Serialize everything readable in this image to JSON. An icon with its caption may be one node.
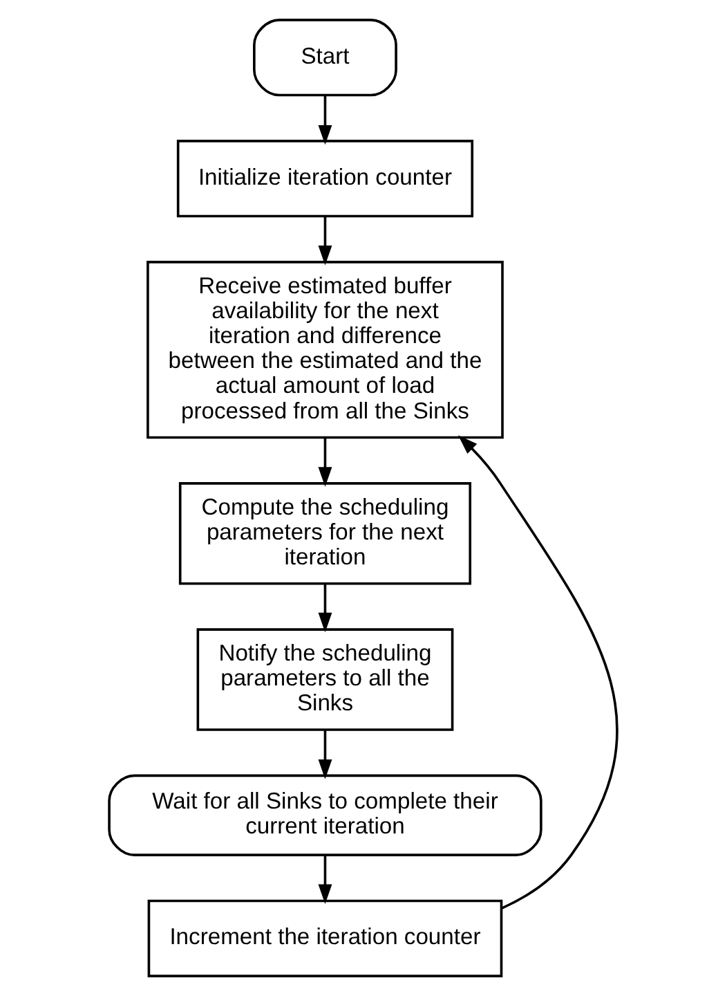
{
  "diagram": {
    "nodes": [
      {
        "text": [
          "Start"
        ]
      },
      {
        "text": [
          "Initialize iteration counter"
        ]
      },
      {
        "text": [
          "Receive estimated buffer availability for the next iteration and difference between the estimated and the actual amount of load processed from all the Sinks"
        ]
      },
      {
        "text": [
          "Compute the scheduling parameters for the next iteration"
        ]
      },
      {
        "text": [
          "Notify the scheduling parameters to all the Sinks"
        ]
      },
      {
        "text": [
          "Wait for all Sinks to complete their current iteration"
        ]
      },
      {
        "text": [
          "Increment the iteration counter"
        ]
      }
    ],
    "edges": [
      {
        "from": 0,
        "to": 1,
        "arrow": "to"
      },
      {
        "from": 1,
        "to": 2,
        "arrow": "to"
      },
      {
        "from": 2,
        "to": 3,
        "arrow": "to"
      },
      {
        "from": 3,
        "to": 4,
        "arrow": "to"
      },
      {
        "from": 4,
        "to": 5,
        "arrow": "to"
      },
      {
        "from": 5,
        "to": 6,
        "arrow": "to"
      },
      {
        "from": 6,
        "to": 2,
        "arrow": "to"
      }
    ]
  }
}
